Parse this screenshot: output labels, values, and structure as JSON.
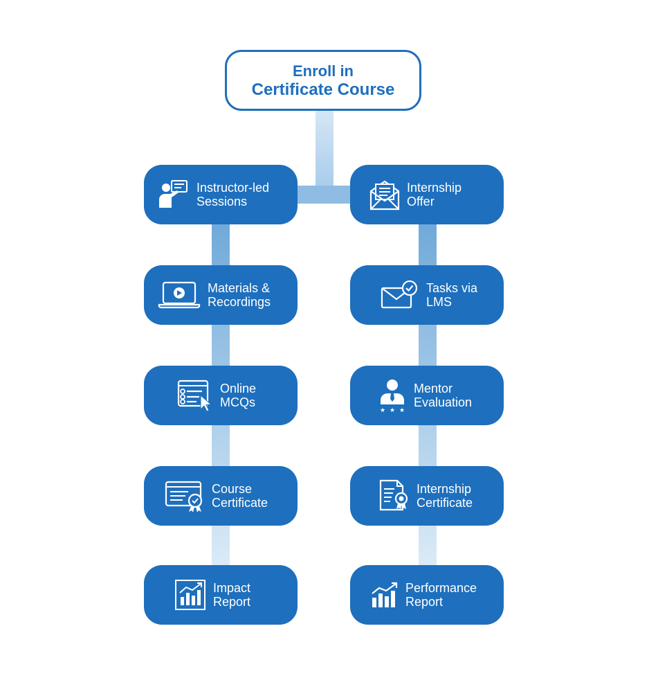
{
  "top": {
    "line1": "Enroll in",
    "line2": "Certificate Course"
  },
  "left": [
    {
      "name": "instructor-led-sessions",
      "icon": "presenter-board-icon",
      "line1": "Instructor-led",
      "line2": "Sessions"
    },
    {
      "name": "materials-recordings",
      "icon": "laptop-video-icon",
      "line1": "Materials &",
      "line2": "Recordings"
    },
    {
      "name": "online-mcqs",
      "icon": "checklist-quiz-icon",
      "line1": "Online",
      "line2": "MCQs"
    },
    {
      "name": "course-certificate",
      "icon": "certificate-badge-icon",
      "line1": "Course",
      "line2": "Certificate"
    },
    {
      "name": "impact-report",
      "icon": "bar-chart-icon",
      "line1": "Impact",
      "line2": "Report"
    }
  ],
  "right": [
    {
      "name": "internship-offer",
      "icon": "envelope-letter-icon",
      "line1": "Internship",
      "line2": "Offer"
    },
    {
      "name": "tasks-via-lms",
      "icon": "envelope-check-icon",
      "line1": "Tasks via",
      "line2": "LMS"
    },
    {
      "name": "mentor-evaluation",
      "icon": "mentor-stars-icon",
      "line1": "Mentor",
      "line2": "Evaluation"
    },
    {
      "name": "internship-certificate",
      "icon": "document-seal-icon",
      "line1": "Internship",
      "line2": "Certificate"
    },
    {
      "name": "performance-report",
      "icon": "bar-chart-icon",
      "line1": "Performance",
      "line2": "Report"
    }
  ],
  "colors": {
    "node_fill": "#1e6fbd",
    "node_text": "#ffffff",
    "top_border": "#1e6fbd",
    "connector_dark": "#6fa9d9",
    "connector_light": "#d5e7f5"
  }
}
